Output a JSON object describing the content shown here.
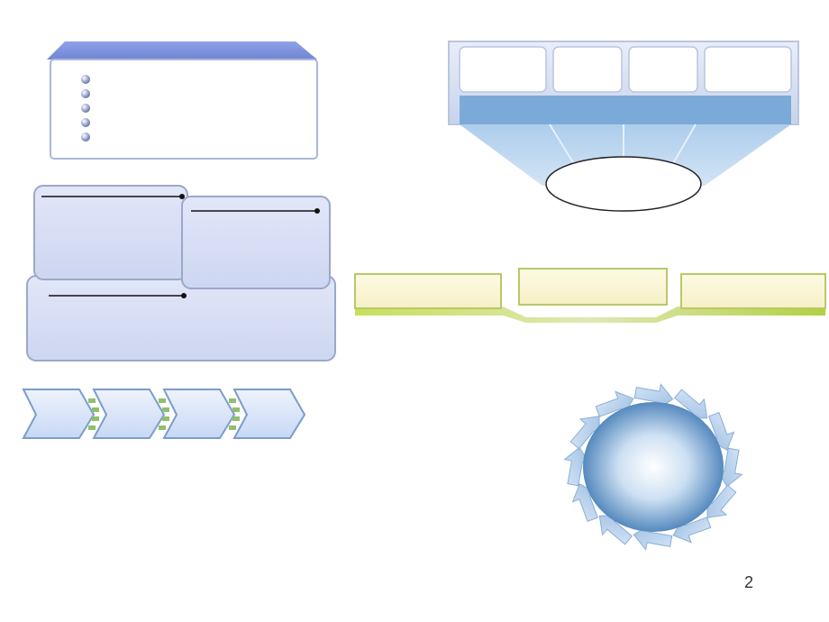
{
  "slide": {
    "page_number": "2"
  },
  "palette": {
    "blue_header": "#7f95dd",
    "pale_blue": "#d8def5",
    "panel_border": "#9aa8c8",
    "bridge_blue": "#7fafdb",
    "bridge_light": "#bcd5ee",
    "cream": "#fbf7d6",
    "lime": "#b7d64a",
    "arrow_fill": "#d6e4fa",
    "cycle_blue": "#5b8fc4"
  },
  "diagrams": {
    "bullet_panel": {
      "bullets": 5
    },
    "bridge_panel": {
      "columns": 4
    },
    "overlap_panels": {
      "panels": 3
    },
    "chevron_process": {
      "steps": 4
    },
    "cream_platforms": {
      "boxes": 3
    },
    "cycle_ring": {
      "arrows": 12
    }
  }
}
